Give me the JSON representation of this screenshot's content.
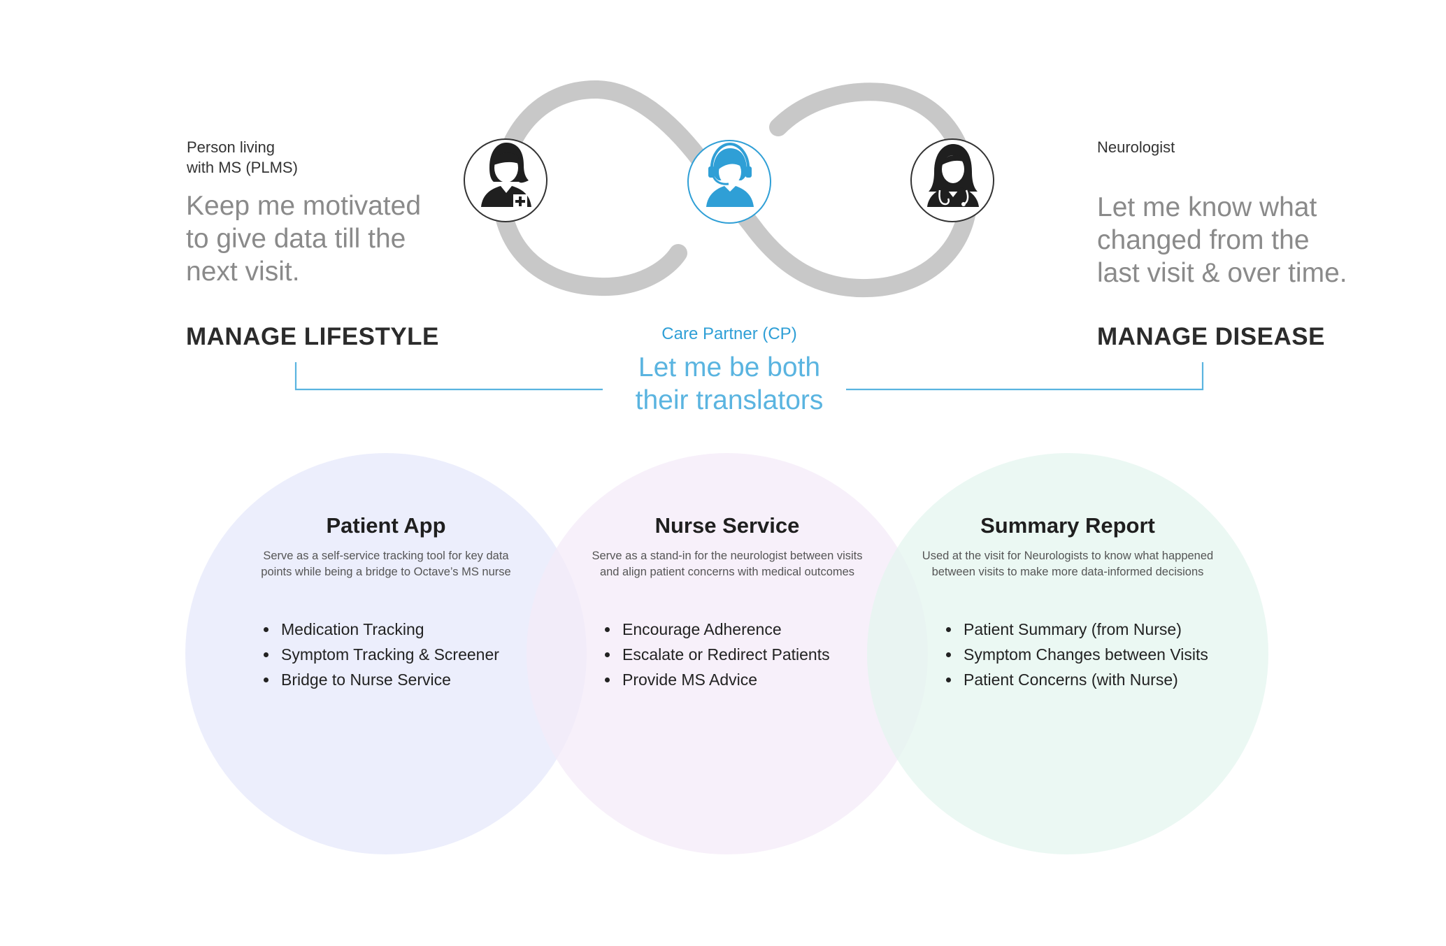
{
  "plms": {
    "role": "Person living with MS (PLMS)",
    "role_line1": "Person living",
    "role_line2": "with MS (PLMS)",
    "quote_line1": "Keep me motivated",
    "quote_line2": "to give data till the",
    "quote_line3": "next visit.",
    "section": "MANAGE LIFESTYLE"
  },
  "neurologist": {
    "role": "Neurologist",
    "quote_line1": "Let me know what",
    "quote_line2": "changed from the",
    "quote_line3": "last visit & over time.",
    "section": "MANAGE DISEASE"
  },
  "care_partner": {
    "role": "Care Partner (CP)",
    "quote_line1": "Let me be both",
    "quote_line2": "their translators"
  },
  "icons": {
    "plms": "patient-avatar-icon",
    "care_partner": "headset-operator-icon",
    "neurologist": "doctor-stethoscope-icon"
  },
  "colors": {
    "loop": "#c8c8c8",
    "accent_blue": "#2f9fd6",
    "circle_app": "#e9ebfb",
    "circle_nurse": "#f4ebf8",
    "circle_report": "#e4f6ef"
  },
  "circles": [
    {
      "title": "Patient App",
      "desc_line1": "Serve as a self-service tracking tool for key data",
      "desc_line2": "points while being a bridge to Octave’s MS nurse",
      "items": [
        "Medication Tracking",
        "Symptom Tracking & Screener",
        "Bridge to Nurse Service"
      ]
    },
    {
      "title": "Nurse Service",
      "desc_line1": "Serve as a stand-in for the neurologist between visits",
      "desc_line2": "and align patient concerns with medical outcomes",
      "items": [
        "Encourage Adherence",
        "Escalate or Redirect Patients",
        "Provide MS Advice"
      ]
    },
    {
      "title": "Summary Report",
      "desc_line1": "Used at the visit for Neurologists to know what happened",
      "desc_line2": "between visits to make more data-informed decisions",
      "items": [
        "Patient Summary (from Nurse)",
        "Symptom Changes between Visits",
        "Patient Concerns (with Nurse)"
      ]
    }
  ]
}
